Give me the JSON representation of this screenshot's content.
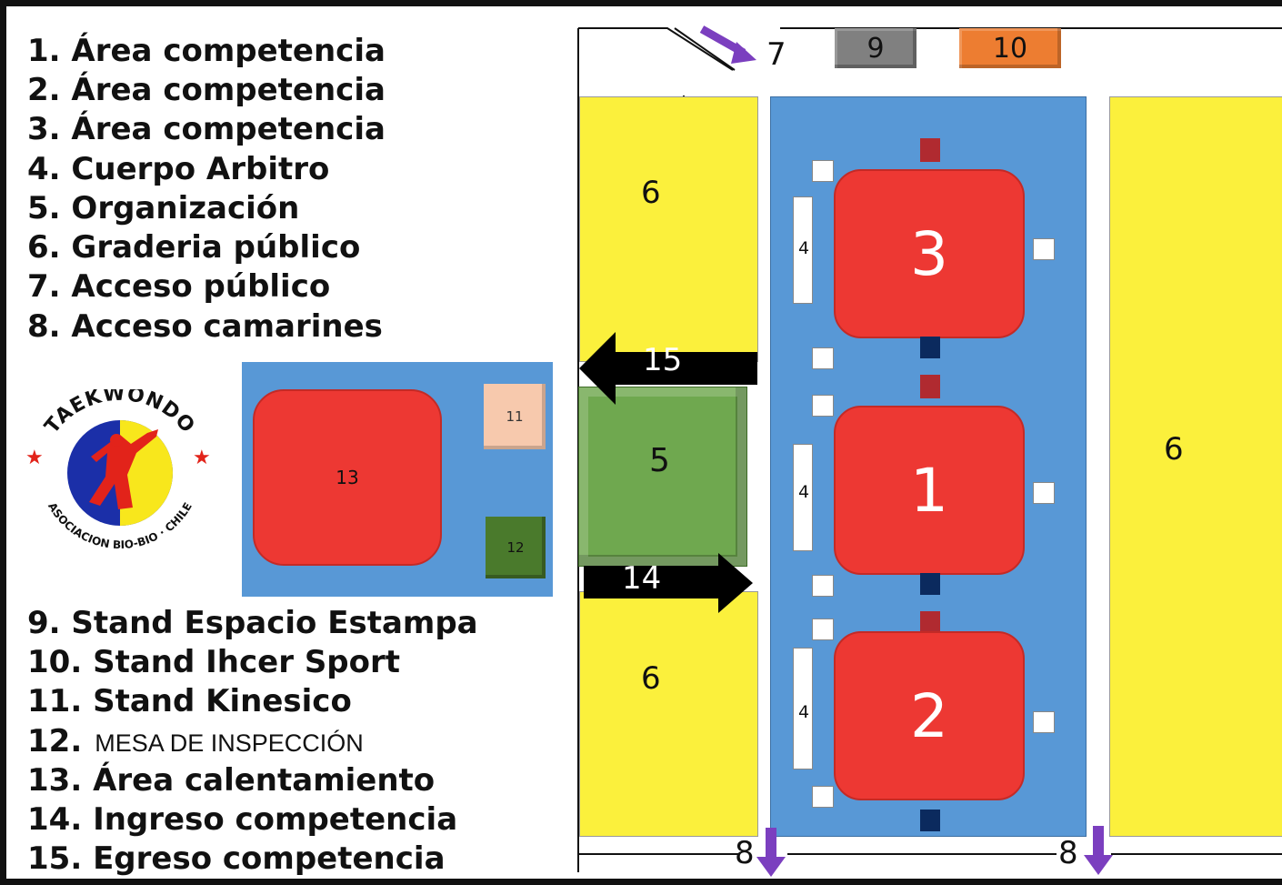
{
  "legend_top": [
    "1. Área competencia",
    "2. Área competencia",
    "3. Área competencia",
    "4. Cuerpo Arbitro",
    "5. Organización",
    "6. Graderia público",
    "7. Acceso público",
    "8. Acceso camarines"
  ],
  "legend_bottom": [
    {
      "num": "9.",
      "text": "Stand Espacio Estampa"
    },
    {
      "num": "10.",
      "text": "Stand Ihcer Sport"
    },
    {
      "num": "11.",
      "text": "Stand Kinesico"
    },
    {
      "num": "12.",
      "text": "MESA DE INSPECCIÓN"
    },
    {
      "num": "13.",
      "text": "Área calentamiento"
    },
    {
      "num": "14.",
      "text": "Ingreso competencia"
    },
    {
      "num": "15.",
      "text": "Egreso competencia"
    }
  ],
  "logo": {
    "top_text": "TAEKWONDO",
    "bottom_text": "ASOCIACION BIO-BIO · CHILE"
  },
  "warmup": {
    "area_label": "13",
    "kinesico_label": "11",
    "inspection_label": "12"
  },
  "map": {
    "access_public": "7",
    "stand_9": "9",
    "stand_10": "10",
    "stands_left_top": "6",
    "stands_left_bottom": "6",
    "stands_right": "6",
    "organization": "5",
    "exit": "15",
    "entry": "14",
    "referee": "4",
    "courts": [
      "3",
      "1",
      "2"
    ],
    "locker_access_left": "8",
    "locker_access_right": "8"
  },
  "colors": {
    "court": "#ed3833",
    "floor": "#5898d6",
    "stands": "#fbf03c",
    "organization": "#6fa84f",
    "stand_9": "#808080",
    "stand_10": "#ed7d31",
    "kinesico": "#f7c9ad",
    "inspection": "#4a7a2c",
    "arrow": "#7b3fbf",
    "marker_red": "#b02a30",
    "marker_navy": "#0b2a5e"
  }
}
